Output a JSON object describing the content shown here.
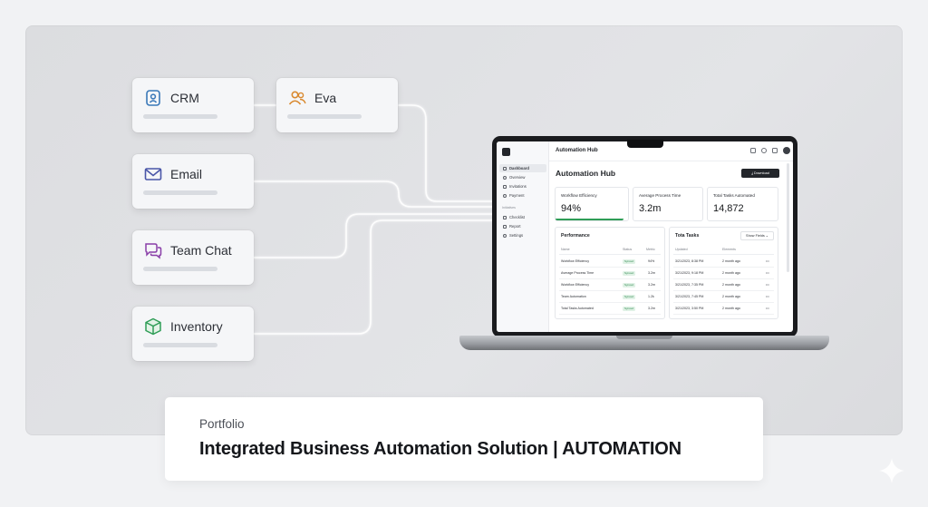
{
  "sources": [
    {
      "label": "CRM",
      "icon": "contact-book-icon"
    },
    {
      "label": "Eva",
      "icon": "users-icon"
    },
    {
      "label": "Email",
      "icon": "envelope-icon"
    },
    {
      "label": "Team Chat",
      "icon": "chat-bubbles-icon"
    },
    {
      "label": "Inventory",
      "icon": "box-icon"
    }
  ],
  "app": {
    "title": "Automation Hub",
    "download_label": "Download",
    "sidebar": {
      "items": [
        "Dashboard",
        "Overview",
        "Invitations",
        "Payment"
      ],
      "section": "Initiatives",
      "items2": [
        "Checklist",
        "Report",
        "Settings"
      ]
    },
    "stats": [
      {
        "label": "Workflow Efficiency",
        "value": "94%",
        "progress": 0.94
      },
      {
        "label": "Average Process Time",
        "value": "3.2m"
      },
      {
        "label": "Total Tasks Automated",
        "value": "14,872"
      }
    ],
    "performance": {
      "title": "Performance",
      "headers": [
        "Name",
        "Status",
        "Metric"
      ],
      "rows": [
        {
          "name": "Workflow Efficiency",
          "status": "Synced",
          "metric": "94%"
        },
        {
          "name": "Average Process Time",
          "status": "Synced",
          "metric": "3.2m"
        },
        {
          "name": "Workflow Efficiency",
          "status": "Synced",
          "metric": "3.2m"
        },
        {
          "name": "Team Automation",
          "status": "Synced",
          "metric": "1.2k"
        },
        {
          "name": "Total Tasks Automated",
          "status": "Synced",
          "metric": "3.2m"
        }
      ]
    },
    "tasks": {
      "title": "Tota Tasks",
      "button": "Show Fields",
      "headers": [
        "Updated",
        "Elements"
      ],
      "rows": [
        {
          "date": "3/21/2023, 8:38 PM",
          "ago": "2 month ago"
        },
        {
          "date": "3/21/2023, 9:18 PM",
          "ago": "2 month ago"
        },
        {
          "date": "3/21/2023, 7:35 PM",
          "ago": "2 month ago"
        },
        {
          "date": "3/21/2023, 7:45 PM",
          "ago": "2 month ago"
        },
        {
          "date": "3/21/2023, 3:50 PM",
          "ago": "2 month ago"
        }
      ]
    }
  },
  "caption": {
    "subtitle": "Portfolio",
    "title": "Integrated Business Automation Solution | AUTOMATION"
  },
  "colors": {
    "accent_green": "#2f9d57",
    "dark": "#23262b"
  }
}
